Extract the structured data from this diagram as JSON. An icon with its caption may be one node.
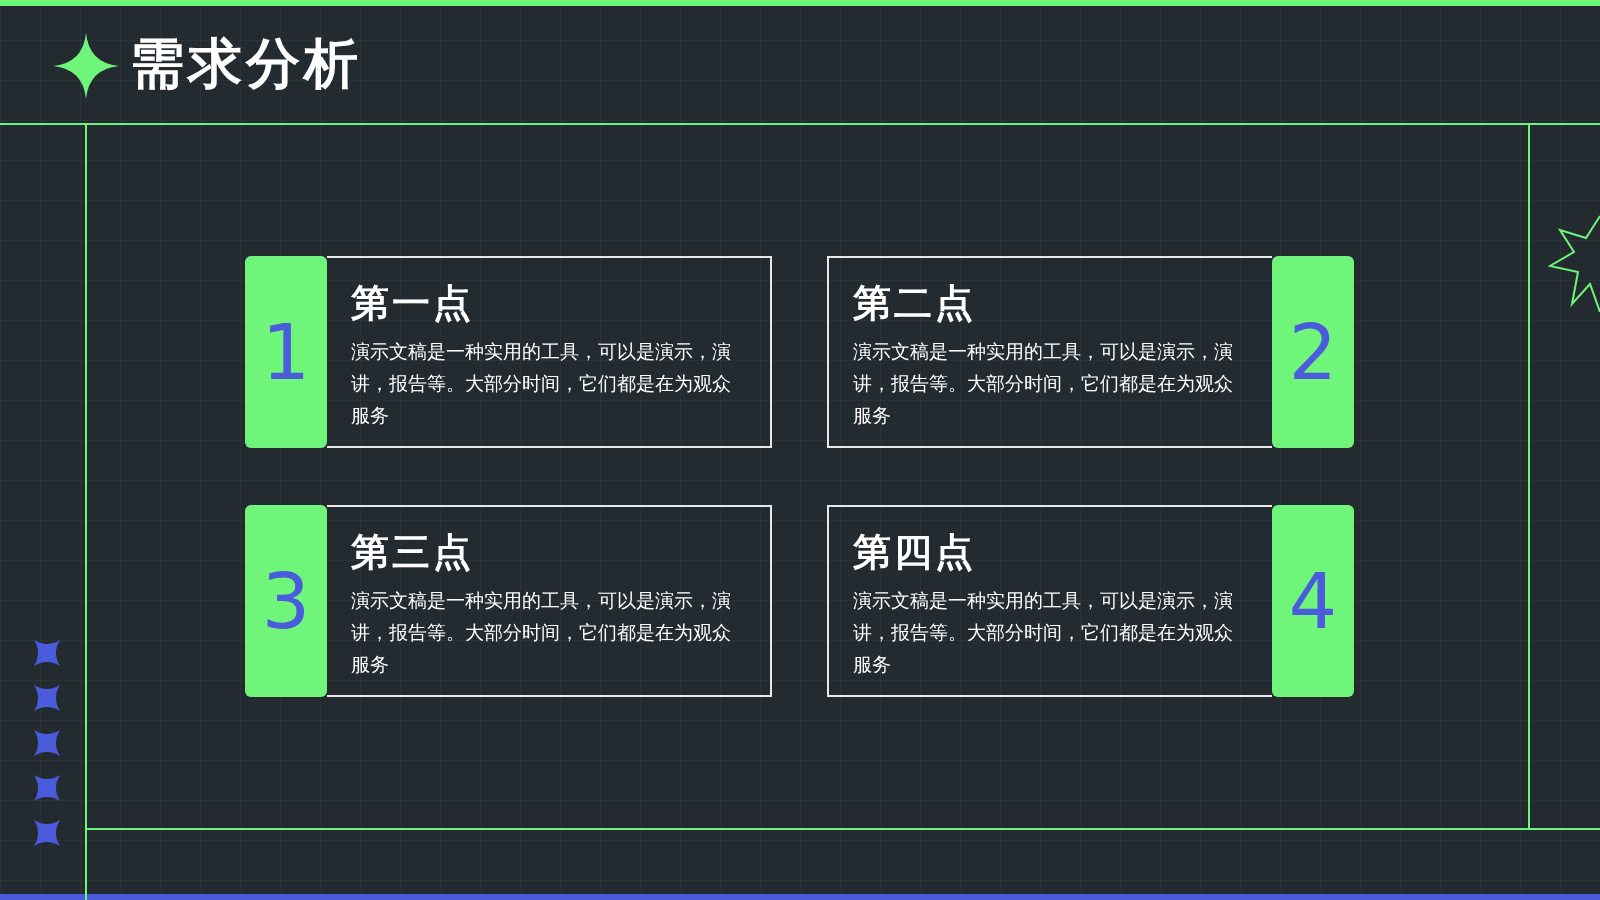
{
  "diagram": {
    "title": "需求分析",
    "nodes": [
      {
        "text": [
          "1",
          "第一点",
          "演示文稿是一种实用的工具，可以是演示，演讲，报告等。大部分时间，它们都是在为观众服务"
        ]
      },
      {
        "text": [
          "2",
          "第二点",
          "演示文稿是一种实用的工具，可以是演示，演讲，报告等。大部分时间，它们都是在为观众服务"
        ]
      },
      {
        "text": [
          "3",
          "第三点",
          "演示文稿是一种实用的工具，可以是演示，演讲，报告等。大部分时间，它们都是在为观众服务"
        ]
      },
      {
        "text": [
          "4",
          "第四点",
          "演示文稿是一种实用的工具，可以是演示，演讲，报告等。大部分时间，它们都是在为观众服务"
        ]
      }
    ]
  }
}
